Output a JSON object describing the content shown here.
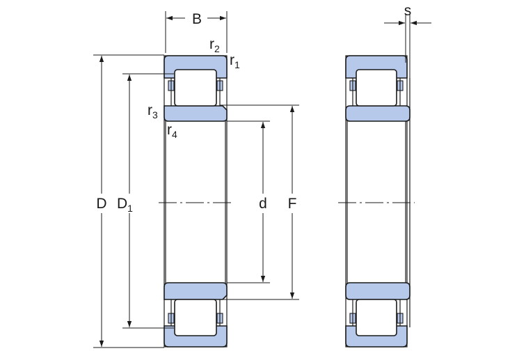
{
  "colors": {
    "ring_fill": "#b7c9ea",
    "line": "#1a1a1a",
    "roller_fill": "#ffffff",
    "background": "#ffffff"
  },
  "labels": {
    "B": "B",
    "s": "s",
    "D": "D",
    "D1_main": "D",
    "D1_sub": "1",
    "d": "d",
    "F": "F",
    "r1_main": "r",
    "r1_sub": "1",
    "r2_main": "r",
    "r2_sub": "2",
    "r3_main": "r",
    "r3_sub": "3",
    "r4_main": "r",
    "r4_sub": "4"
  }
}
